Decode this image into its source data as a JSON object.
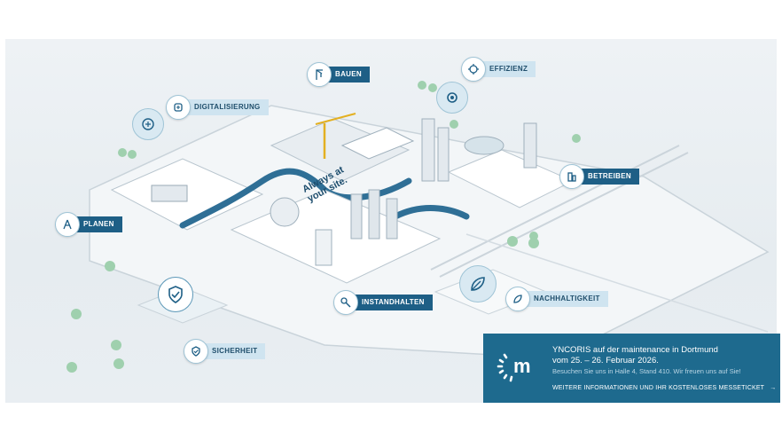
{
  "labels": {
    "bauen": "BAUEN",
    "effizienz": "EFFIZIENZ",
    "digitalisierung": "DIGITALISIERUNG",
    "betreiben": "BETREIBEN",
    "planen": "PLANEN",
    "instandhalten": "INSTANDHALTEN",
    "nachhaltigkeit": "NACHHALTIGKEIT",
    "sicherheit": "SICHERHEIT"
  },
  "slogan": {
    "line1": "Always at",
    "line2": "your site."
  },
  "banner": {
    "logo_letter": "m",
    "title_line1": "YNCORIS auf der maintenance in Dortmund",
    "title_line2": "vom 25. – 26. Februar 2026.",
    "subtitle": "Besuchen Sie uns in Halle 4, Stand 410. Wir freuen uns auf Sie!",
    "cta": "WEITERE INFORMATIONEN UND IHR KOSTENLOSES MESSETICKET",
    "cta_arrow": "→"
  },
  "colors": {
    "accent": "#1e6a8e",
    "label_light": "#cfe4f0",
    "label_dark": "#1e5f86",
    "road": "#2f6f96"
  },
  "icons": [
    "crane-icon",
    "gear-cycle-icon",
    "brain-circuit-icon",
    "battery-icon",
    "compass-icon",
    "wrench-gear-icon",
    "leaf-icon",
    "shield-check-icon",
    "sustainability-icon"
  ]
}
